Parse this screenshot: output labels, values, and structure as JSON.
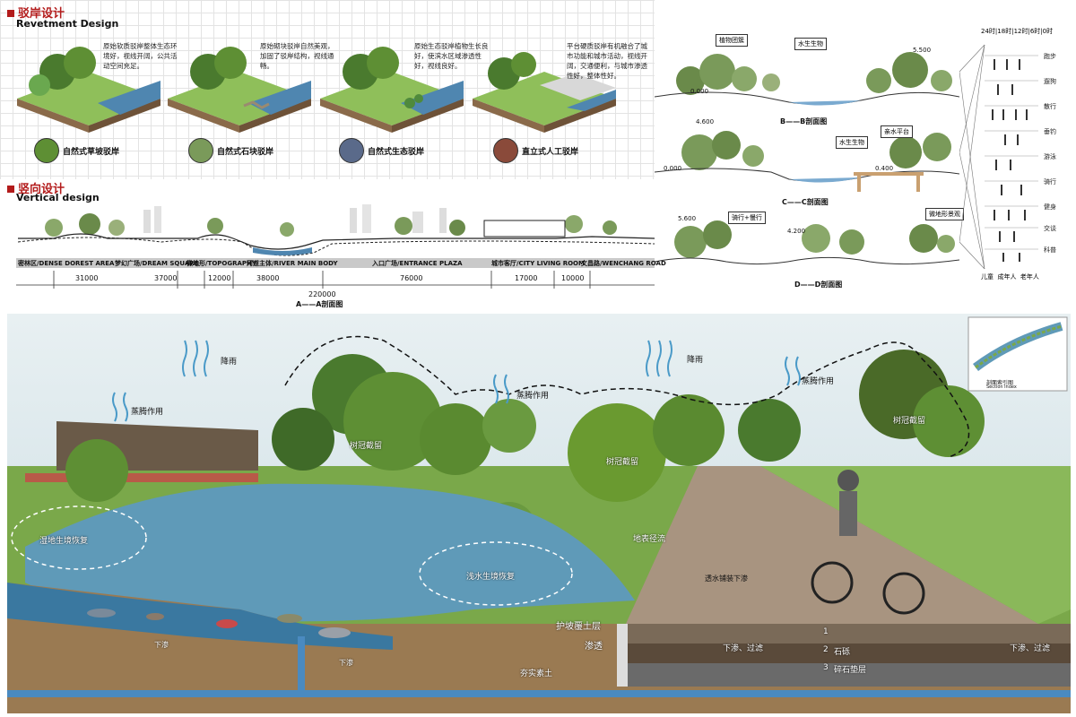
{
  "revetment": {
    "title": "驳岸设计",
    "subtitle": "Revetment Design",
    "items": [
      {
        "desc": "原始软质驳岸整体生态环境好，视线开阔，公共活动空间充足。",
        "caption": "自然式草坡驳岸"
      },
      {
        "desc": "原始砌块驳岸自然美观，加固了驳岸结构，视线通畅。",
        "caption": "自然式石块驳岸"
      },
      {
        "desc": "原始生态驳岸植物生长良好，使滨水区域渗透性好，视线良好。",
        "caption": "自然式生态驳岸"
      },
      {
        "desc": "平台硬质驳岸有机融合了城市功能和城市活动，视线开阔，交通便利，与城市渗透性好，整体性好。",
        "caption": "直立式人工驳岸"
      }
    ]
  },
  "vertical": {
    "title": "竖向设计",
    "subtitle": "Vertical design",
    "zones": [
      "密林区/DENSE DOREST AREA",
      "梦幻广场/DREAM SQUARE",
      "微地形/TOPOGRAPHY",
      "河道主体/RIVER MAIN BODY",
      "入口广场/ENTRANCE PLAZA",
      "城市客厅/CITY LIVING ROOM",
      "文昌路/WENCHANG ROAD"
    ],
    "dimensions": [
      "31000",
      "37000",
      "12000",
      "38000",
      "76000",
      "17000",
      "10000"
    ],
    "total": "220000",
    "section_caption": "A——A剖面图"
  },
  "sections": {
    "bb": {
      "caption": "B——B剖面图",
      "tags": [
        "植物团簇",
        "水生生物"
      ],
      "elevation": "5.500",
      "elevation_left": "0.000"
    },
    "cc": {
      "caption": "C——C剖面图",
      "tags": [
        "水生生物",
        "亲水平台"
      ],
      "elevation": "4.600",
      "elevation_left": "0.000",
      "elevation_right": "0.400"
    },
    "dd": {
      "caption": "D——D剖面图",
      "tags": [
        "骑行+慢行",
        "微地形景观"
      ],
      "elevation": "5.600",
      "elevation_mid": "4.200"
    }
  },
  "activity_chart": {
    "time_header": [
      "24时",
      "18时",
      "12时",
      "6时",
      "0时"
    ],
    "rows": [
      "跑步",
      "遛狗",
      "散行",
      "垂钓",
      "游泳",
      "骑行",
      "健身",
      "交谈",
      "科普"
    ],
    "legend": [
      "儿童",
      "成年人",
      "老年人"
    ]
  },
  "main_scene": {
    "labels": [
      "降雨",
      "蒸腾作用",
      "蒸腾作用",
      "降雨",
      "蒸腾作用",
      "树冠截留",
      "树冠截留",
      "树冠截留",
      "湿地生境恢复",
      "浅水生境恢复",
      "地表径流",
      "透水铺装下渗",
      "护坡覆土层",
      "渗透",
      "夯实素土",
      "下渗",
      "下渗",
      "下渗、过滤",
      "下渗、过滤",
      "石砾",
      "碎石垫层",
      "1",
      "2",
      "3"
    ],
    "inset_caption": "剖面索引图",
    "inset_sub": "Section index"
  },
  "colors": {
    "accent": "#b31b1b",
    "water": "#3a78a0",
    "grass": "#6aa84f",
    "soil": "#8a6a4a"
  }
}
